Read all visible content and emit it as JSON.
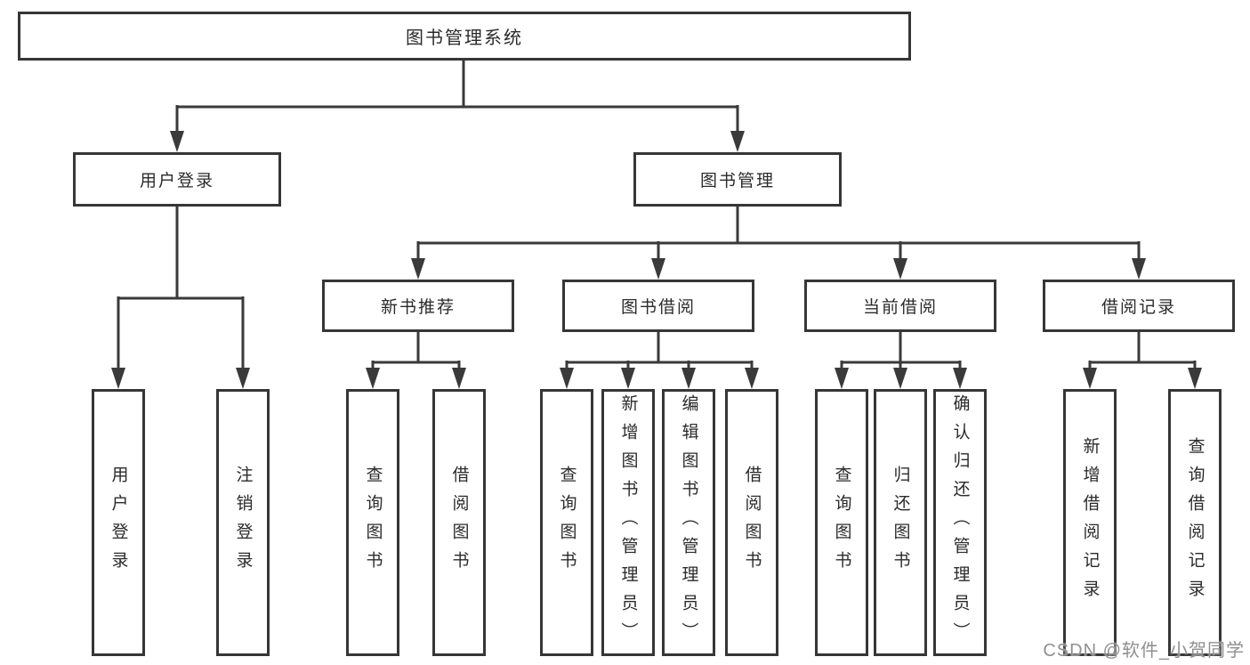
{
  "watermark": "CSDN @软件_小贺同学",
  "tree": {
    "label": "图书管理系统",
    "children": [
      {
        "label": "用户登录",
        "children": [
          {
            "label": "用户登录"
          },
          {
            "label": "注销登录"
          }
        ]
      },
      {
        "label": "图书管理",
        "children": [
          {
            "label": "新书推荐",
            "children": [
              {
                "label": "查询图书"
              },
              {
                "label": "借阅图书"
              }
            ]
          },
          {
            "label": "图书借阅",
            "children": [
              {
                "label": "查询图书"
              },
              {
                "label": "新增图书（管理员）"
              },
              {
                "label": "编辑图书（管理员）"
              },
              {
                "label": "借阅图书"
              }
            ]
          },
          {
            "label": "当前借阅",
            "children": [
              {
                "label": "查询图书"
              },
              {
                "label": "归还图书"
              },
              {
                "label": "确认归还（管理员）"
              }
            ]
          },
          {
            "label": "借阅记录",
            "children": [
              {
                "label": "新增借阅记录"
              },
              {
                "label": "查询借阅记录"
              }
            ]
          }
        ]
      }
    ]
  },
  "colors": {
    "line": "#3a3a3a",
    "border": "#363636",
    "text": "#2b2b2b",
    "watermark": "#8f8f8f"
  }
}
